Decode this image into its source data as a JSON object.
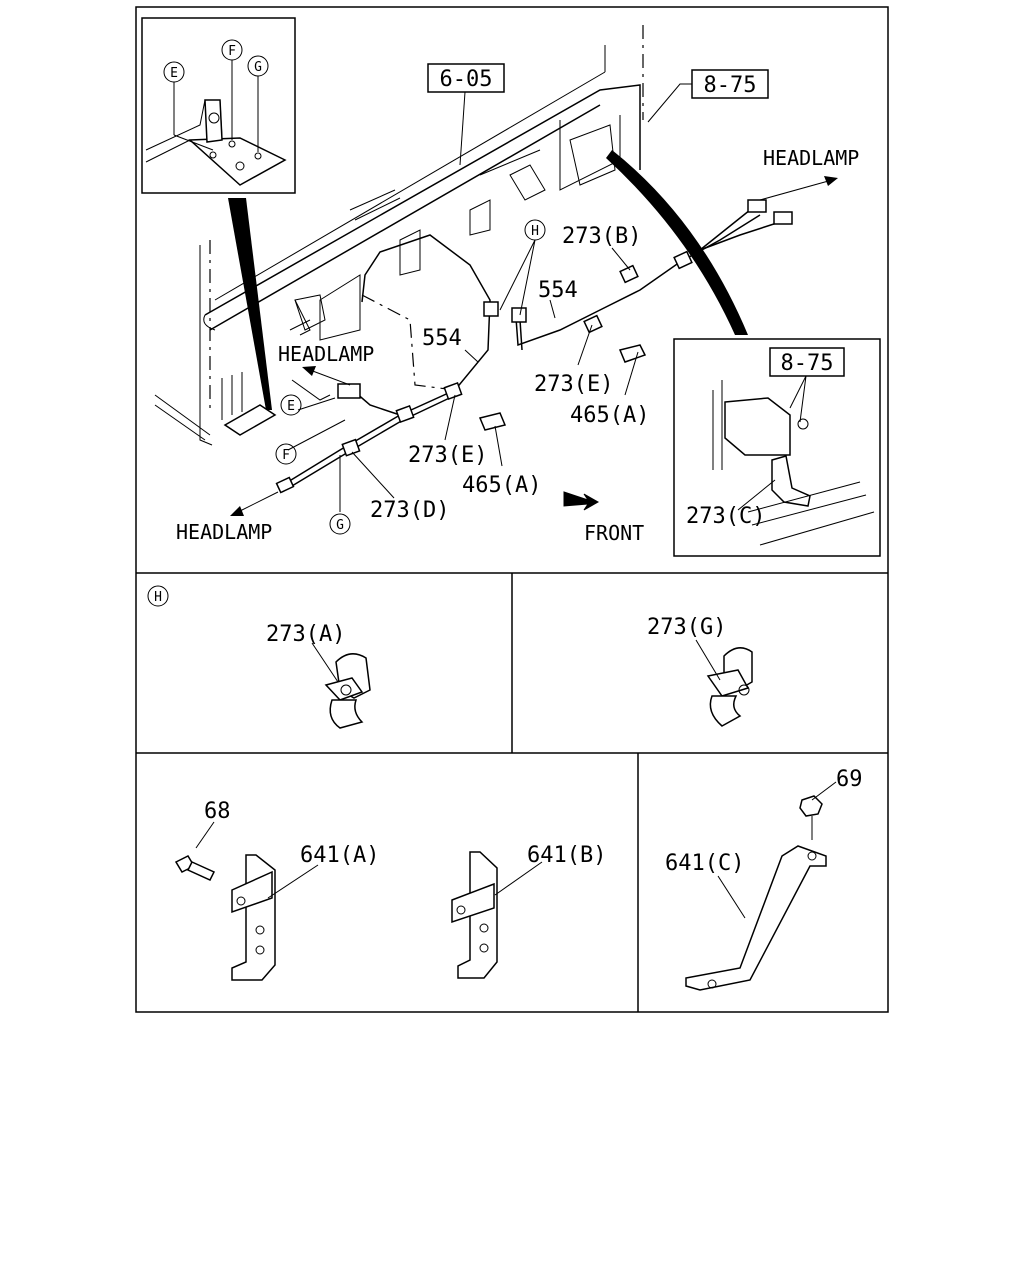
{
  "callouts": {
    "E": "E",
    "F": "F",
    "G": "G",
    "H": "H"
  },
  "main": {
    "ref_605": "6-05",
    "ref_875_top": "8-75",
    "ref_875_inset": "8-75",
    "headlamp_right": "HEADLAMP",
    "headlamp_mid": "HEADLAMP",
    "headlamp_left": "HEADLAMP",
    "front": "FRONT",
    "p273b": "273(B)",
    "p554_right": "554",
    "p554_left": "554",
    "p273e_right": "273(E)",
    "p465a_right": "465(A)",
    "p273e_left": "273(E)",
    "p465a_left": "465(A)",
    "p273d": "273(D)",
    "p273c": "273(C)"
  },
  "detail_h": {
    "p273a": "273(A)",
    "p273g": "273(G)"
  },
  "brackets": {
    "p68": "68",
    "p641a": "641(A)",
    "p641b": "641(B)",
    "p69": "69",
    "p641c": "641(C)"
  }
}
